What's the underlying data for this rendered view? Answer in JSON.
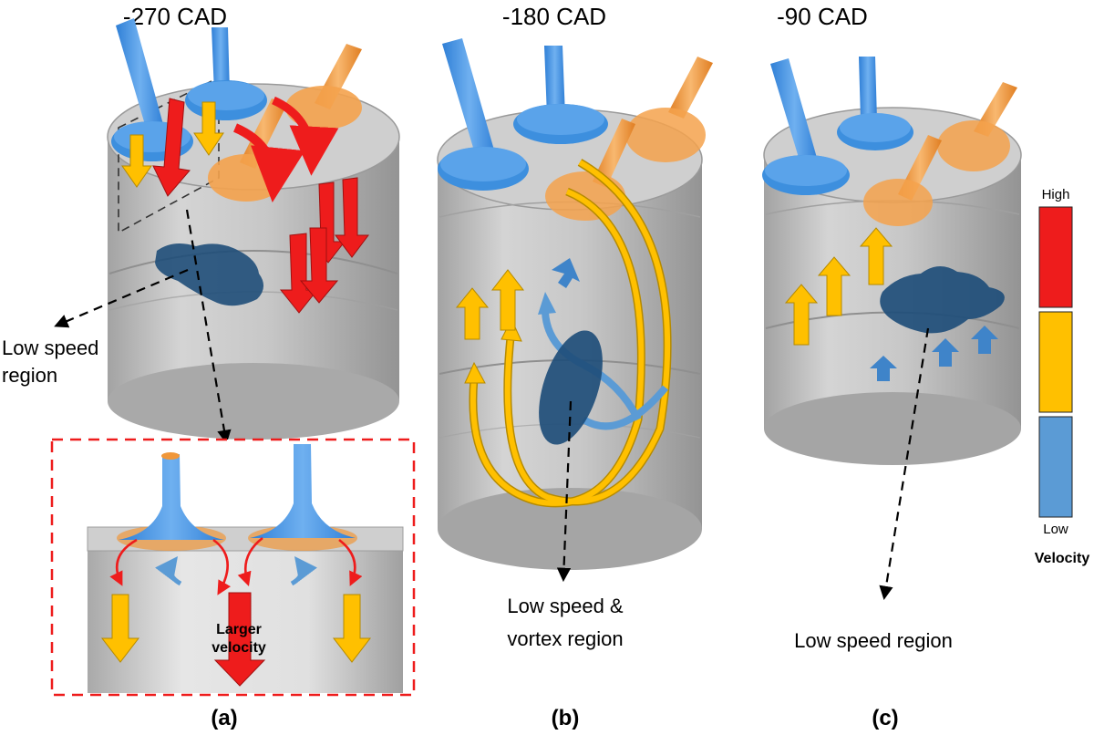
{
  "colors": {
    "intake_valve": "#3d8fde",
    "exhaust_valve": "#f0973a",
    "high": "#ee1c1c",
    "medium": "#ffc000",
    "low": "#5b9bd5",
    "low_speed_region": "#1f4e79",
    "cylinder": "#c8c8c8"
  },
  "panels": [
    {
      "id": "a",
      "title": "-270 CAD",
      "label": "(a)",
      "note_lines": [
        "Low speed",
        "region"
      ]
    },
    {
      "id": "b",
      "title": "-180 CAD",
      "label": "(b)",
      "note_lines": [
        "Low speed &",
        "vortex region"
      ]
    },
    {
      "id": "c",
      "title": "-90 CAD",
      "label": "(c)",
      "note_lines": [
        "Low speed region"
      ]
    }
  ],
  "inset": {
    "arrow_label_lines": [
      "Larger",
      "velocity"
    ]
  },
  "legend": {
    "high": "High",
    "low": "Low",
    "title": "Velocity"
  }
}
